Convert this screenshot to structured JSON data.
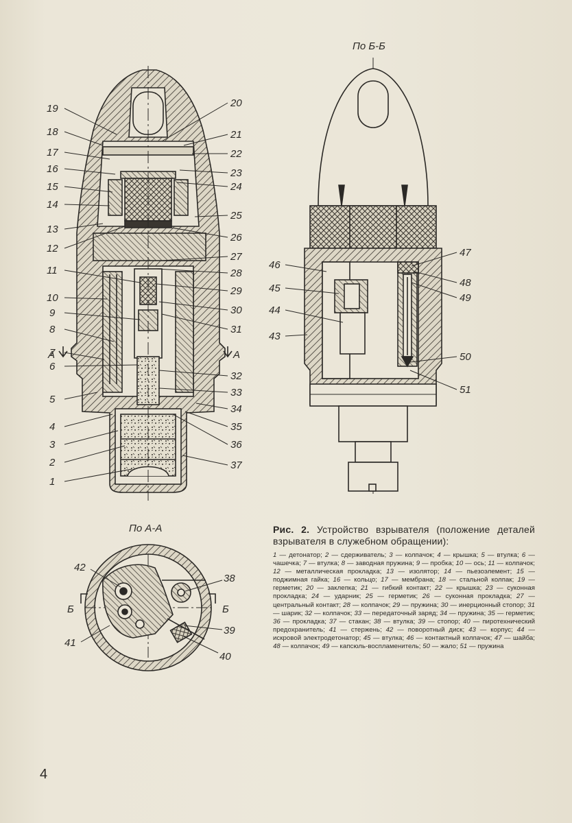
{
  "section_labels": {
    "bb": "По Б-Б",
    "aa": "По А-А",
    "a_left": "А",
    "a_right": "А",
    "b_left": "Б",
    "b_right": "Б"
  },
  "part_labels_left": [
    "19",
    "18",
    "17",
    "16",
    "15",
    "14",
    "13",
    "12",
    "11",
    "10",
    "9",
    "8",
    "7",
    "6",
    "5",
    "4",
    "3",
    "2",
    "1"
  ],
  "part_labels_right": [
    "20",
    "21",
    "22",
    "23",
    "24",
    "25",
    "26",
    "27",
    "28",
    "29",
    "30",
    "31",
    "32",
    "33",
    "34",
    "35",
    "36",
    "37"
  ],
  "part_labels_bb_left": [
    "46",
    "45",
    "44",
    "43"
  ],
  "part_labels_bb_right": [
    "47",
    "48",
    "49",
    "50",
    "51"
  ],
  "part_labels_aa": [
    "42",
    "41",
    "38",
    "39",
    "40"
  ],
  "caption": {
    "title_prefix": "Рис. 2.",
    "title_text": "Устройство взрывателя (положение деталей взрывателя в служебном обращении):"
  },
  "legend": [
    {
      "n": "1",
      "t": "детонатор"
    },
    {
      "n": "2",
      "t": "сдерживатель"
    },
    {
      "n": "3",
      "t": "колпачок"
    },
    {
      "n": "4",
      "t": "крышка"
    },
    {
      "n": "5",
      "t": "втулка"
    },
    {
      "n": "6",
      "t": "чашечка"
    },
    {
      "n": "7",
      "t": "втулка"
    },
    {
      "n": "8",
      "t": "заводная пружина"
    },
    {
      "n": "9",
      "t": "пробка"
    },
    {
      "n": "10",
      "t": "ось"
    },
    {
      "n": "11",
      "t": "колпачок"
    },
    {
      "n": "12",
      "t": "металлическая прокладка"
    },
    {
      "n": "13",
      "t": "изолятор"
    },
    {
      "n": "14",
      "t": "пьезоэлемент"
    },
    {
      "n": "15",
      "t": "поджимная гайка"
    },
    {
      "n": "16",
      "t": "кольцо"
    },
    {
      "n": "17",
      "t": "мембрана"
    },
    {
      "n": "18",
      "t": "стальной колпак"
    },
    {
      "n": "19",
      "t": "герметик"
    },
    {
      "n": "20",
      "t": "заклепка"
    },
    {
      "n": "21",
      "t": "гибкий контакт"
    },
    {
      "n": "22",
      "t": "крышка"
    },
    {
      "n": "23",
      "t": "суконная прокладка"
    },
    {
      "n": "24",
      "t": "ударник"
    },
    {
      "n": "25",
      "t": "герметик"
    },
    {
      "n": "26",
      "t": "суконная прокладка"
    },
    {
      "n": "27",
      "t": "центральный контакт"
    },
    {
      "n": "28",
      "t": "колпачок"
    },
    {
      "n": "29",
      "t": "пружина"
    },
    {
      "n": "30",
      "t": "инерционный стопор"
    },
    {
      "n": "31",
      "t": "шарик"
    },
    {
      "n": "32",
      "t": "колпачок"
    },
    {
      "n": "33",
      "t": "передаточный заряд"
    },
    {
      "n": "34",
      "t": "пружина"
    },
    {
      "n": "35",
      "t": "герметик"
    },
    {
      "n": "36",
      "t": "прокладка"
    },
    {
      "n": "37",
      "t": "стакан"
    },
    {
      "n": "38",
      "t": "втулка"
    },
    {
      "n": "39",
      "t": "стопор"
    },
    {
      "n": "40",
      "t": "пиротехнический предохранитель"
    },
    {
      "n": "41",
      "t": "стержень"
    },
    {
      "n": "42",
      "t": "поворотный диск"
    },
    {
      "n": "43",
      "t": "корпус"
    },
    {
      "n": "44",
      "t": "искровой электродетонатор"
    },
    {
      "n": "45",
      "t": "втулка"
    },
    {
      "n": "46",
      "t": "контактный колпачок"
    },
    {
      "n": "47",
      "t": "шайба"
    },
    {
      "n": "48",
      "t": "колпачок"
    },
    {
      "n": "49",
      "t": "капсюль-воспламенитель"
    },
    {
      "n": "50",
      "t": "жало"
    },
    {
      "n": "51",
      "t": "пружина"
    }
  ],
  "page_number": "4"
}
